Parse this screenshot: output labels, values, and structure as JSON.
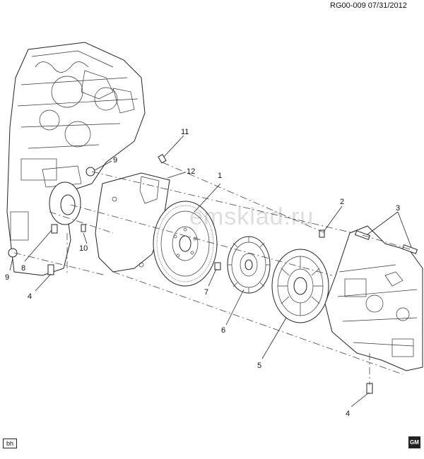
{
  "header": {
    "ref_code": "RG00-009  07/31/2012"
  },
  "watermark": "emsklad.ru",
  "footer": {
    "tag": "bh",
    "logo": "GM"
  },
  "parts": {
    "engine_block": "engine-assembly",
    "flywheel": "flywheel",
    "clutch_disc": "clutch-disc",
    "pressure_plate": "pressure-plate",
    "transmission": "transmission-case",
    "spacer_plate": "engine-spacer-plate"
  },
  "callouts": {
    "c1": "1",
    "c2": "2",
    "c3": "3",
    "c4_left": "4",
    "c4_bottom": "4",
    "c5": "5",
    "c6": "6",
    "c7": "7",
    "c8": "8",
    "c9_top": "9",
    "c9_left": "9",
    "c10": "10",
    "c11": "11",
    "c12": "12"
  }
}
